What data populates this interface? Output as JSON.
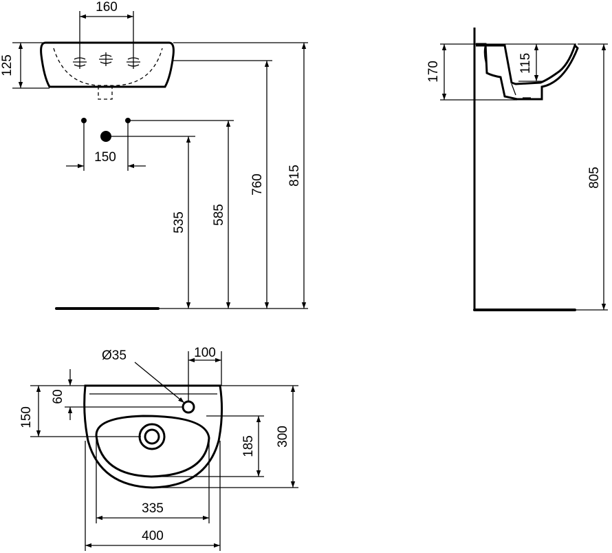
{
  "front_view": {
    "dims": {
      "tap_spacing": "160",
      "basin_height": "125",
      "pipe_spacing": "150",
      "waste_height": "535",
      "supply_height": "585",
      "rim_bottom_height": "760",
      "rim_top_height": "815"
    }
  },
  "side_view": {
    "dims": {
      "depth_170": "170",
      "bowl_115": "115",
      "total_805": "805"
    }
  },
  "top_view": {
    "dims": {
      "tap_hole": "Ø35",
      "tap_offset": "100",
      "dim_150": "150",
      "dim_60": "60",
      "dim_185": "185",
      "dim_300": "300",
      "dim_335": "335",
      "dim_400": "400"
    }
  }
}
